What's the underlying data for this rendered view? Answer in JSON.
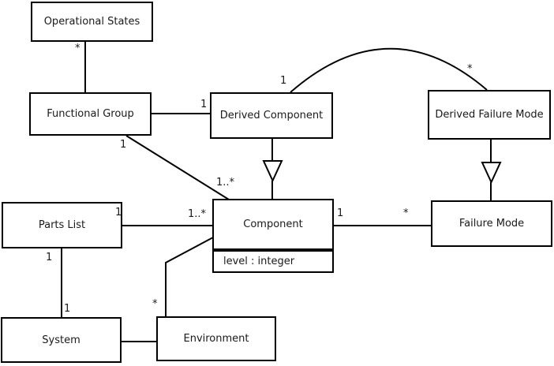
{
  "diagram_type": "uml-class-diagram",
  "colors": {
    "line": "#000000",
    "box_fill": "#ffffff",
    "text": "#1a1a1a",
    "background": "#ffffff"
  },
  "classes": {
    "operational_states": {
      "name": "Operational States"
    },
    "functional_group": {
      "name": "Functional Group"
    },
    "derived_component": {
      "name": "Derived Component"
    },
    "derived_failure_mode": {
      "name": "Derived Failure Mode"
    },
    "parts_list": {
      "name": "Parts List"
    },
    "component": {
      "name": "Component",
      "attribute": "level : integer"
    },
    "failure_mode": {
      "name": "Failure Mode"
    },
    "system": {
      "name": "System"
    },
    "environment": {
      "name": "Environment"
    }
  },
  "multiplicities": {
    "op_fg": "*",
    "fg_dc": "1",
    "dc_arc": "1",
    "dfm_arc": "*",
    "fg_comp_near": "1",
    "fg_comp_far": "1..*",
    "pl_comp_near": "1",
    "pl_comp_far": "1..*",
    "comp_fm_near": "1",
    "comp_fm_far": "*",
    "pl_sys_near": "1",
    "pl_sys_far": "1",
    "comp_env": "*"
  },
  "relationships": [
    {
      "from": "Operational States",
      "to": "Functional Group",
      "type": "association",
      "from_mult": "*"
    },
    {
      "from": "Functional Group",
      "to": "Derived Component",
      "type": "association",
      "to_mult": "1"
    },
    {
      "from": "Derived Component",
      "to": "Derived Failure Mode",
      "type": "association",
      "from_mult": "1",
      "to_mult": "*"
    },
    {
      "from": "Derived Component",
      "to": "Component",
      "type": "generalization"
    },
    {
      "from": "Derived Failure Mode",
      "to": "Failure Mode",
      "type": "generalization"
    },
    {
      "from": "Functional Group",
      "to": "Component",
      "type": "association",
      "from_mult": "1",
      "to_mult": "1..*"
    },
    {
      "from": "Parts List",
      "to": "Component",
      "type": "association",
      "from_mult": "1",
      "to_mult": "1..*"
    },
    {
      "from": "Component",
      "to": "Failure Mode",
      "type": "association",
      "from_mult": "1",
      "to_mult": "*"
    },
    {
      "from": "Parts List",
      "to": "System",
      "type": "association",
      "from_mult": "1",
      "to_mult": "1"
    },
    {
      "from": "Component",
      "to": "Environment",
      "type": "association",
      "to_mult": "*"
    },
    {
      "from": "System",
      "to": "Environment",
      "type": "association"
    }
  ]
}
